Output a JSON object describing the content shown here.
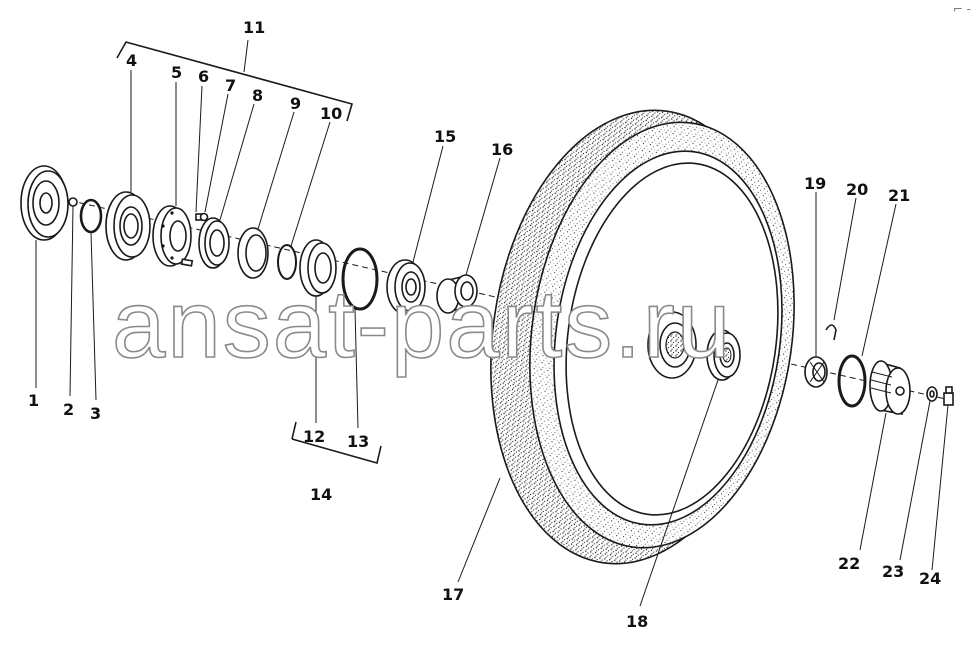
{
  "corner_mark": "⌐ -",
  "watermark": "ansat-parts.ru",
  "part_labels": [
    {
      "num": "1"
    },
    {
      "num": "2"
    },
    {
      "num": "3"
    },
    {
      "num": "4"
    },
    {
      "num": "5"
    },
    {
      "num": "6"
    },
    {
      "num": "7"
    },
    {
      "num": "8"
    },
    {
      "num": "9"
    },
    {
      "num": "10"
    },
    {
      "num": "11"
    },
    {
      "num": "12"
    },
    {
      "num": "13"
    },
    {
      "num": "14"
    },
    {
      "num": "15"
    },
    {
      "num": "16"
    },
    {
      "num": "17"
    },
    {
      "num": "18"
    },
    {
      "num": "19"
    },
    {
      "num": "20"
    },
    {
      "num": "21"
    },
    {
      "num": "22"
    },
    {
      "num": "23"
    },
    {
      "num": "24"
    }
  ]
}
